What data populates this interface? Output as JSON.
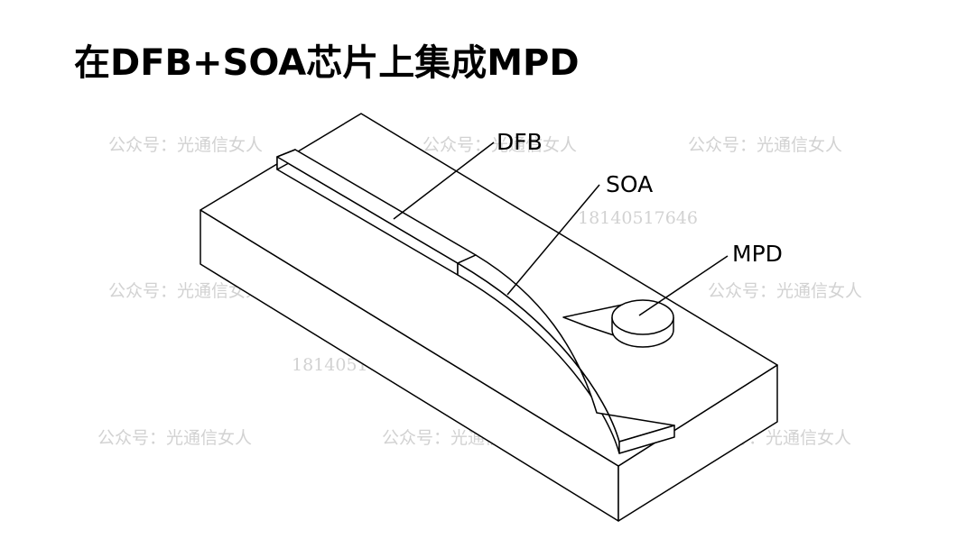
{
  "slide": {
    "title": "在DFB+SOA芯片上集成MPD"
  },
  "diagram": {
    "labels": {
      "dfb": "DFB",
      "soa": "SOA",
      "mpd": "MPD"
    },
    "colors": {
      "stroke": "#000000",
      "fill": "#ffffff",
      "watermark": "#d2d2d2"
    }
  },
  "watermarks": {
    "account": "公众号：光通信女人",
    "phone": "18140517646"
  }
}
